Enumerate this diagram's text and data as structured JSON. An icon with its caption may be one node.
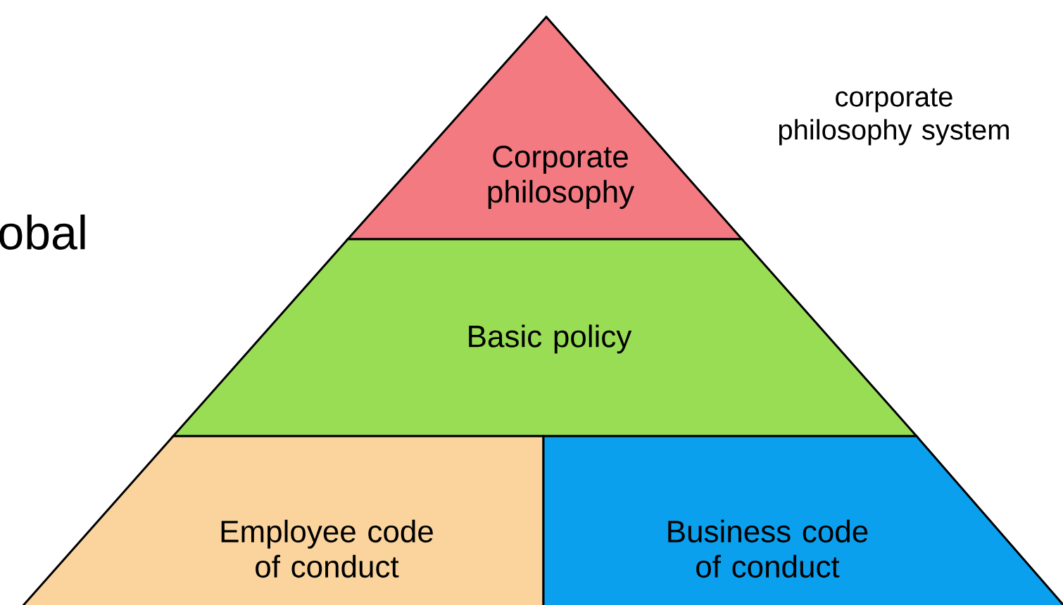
{
  "diagram": {
    "nodes": [
      {
        "text": [
          "Corporate philosophy"
        ]
      },
      {
        "text": [
          "Basic policy"
        ]
      },
      {
        "text": [
          "Employee code of conduct"
        ]
      },
      {
        "text": [
          "Business code of conduct"
        ]
      }
    ],
    "labels": [
      "corporate philosophy system",
      "obal"
    ]
  }
}
